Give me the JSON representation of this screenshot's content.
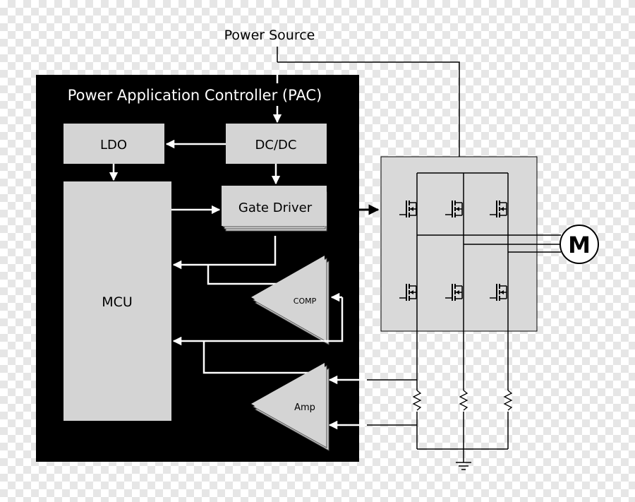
{
  "labels": {
    "power_source": "Power Source",
    "pac_title": "Power Application Controller (PAC)",
    "ldo": "LDO",
    "dcdc": "DC/DC",
    "gate_driver": "Gate Driver",
    "mcu": "MCU",
    "comp": "COMP",
    "amp": "Amp",
    "motor": "M"
  },
  "colors": {
    "pac_background": "#000000",
    "block_fill": "#d4d4d4",
    "bridge_fill": "#d9d9d9",
    "wire": "#000000",
    "arrow_white": "#ffffff"
  }
}
